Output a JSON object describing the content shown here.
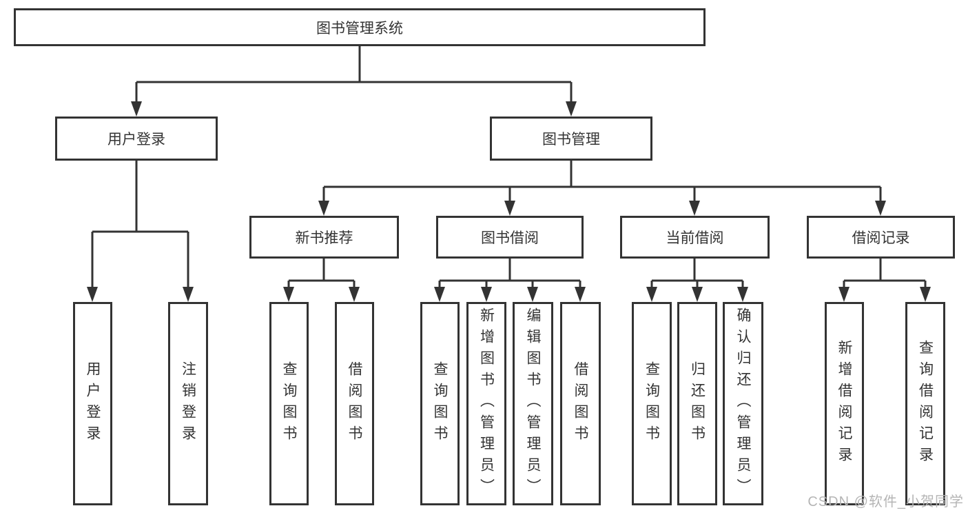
{
  "colors": {
    "line": "#333333",
    "border": "#333333",
    "text": "#333333",
    "watermark": "#b5b5b5",
    "bg": "#ffffff"
  },
  "watermark": "CSDN @软件_小贺同学",
  "tree": {
    "label": "图书管理系统",
    "children": [
      {
        "label": "用户登录",
        "children": [
          {
            "label": "用户登录"
          },
          {
            "label": "注销登录"
          }
        ]
      },
      {
        "label": "图书管理",
        "children": [
          {
            "label": "新书推荐",
            "children": [
              {
                "label": "查询图书"
              },
              {
                "label": "借阅图书"
              }
            ]
          },
          {
            "label": "图书借阅",
            "children": [
              {
                "label": "查询图书"
              },
              {
                "label": "新增图书（管理员）"
              },
              {
                "label": "编辑图书（管理员）"
              },
              {
                "label": "借阅图书"
              }
            ]
          },
          {
            "label": "当前借阅",
            "children": [
              {
                "label": "查询图书"
              },
              {
                "label": "归还图书"
              },
              {
                "label": "确认归还（管理员）"
              }
            ]
          },
          {
            "label": "借阅记录",
            "children": [
              {
                "label": "新增借阅记录"
              },
              {
                "label": "查询借阅记录"
              }
            ]
          }
        ]
      }
    ]
  }
}
